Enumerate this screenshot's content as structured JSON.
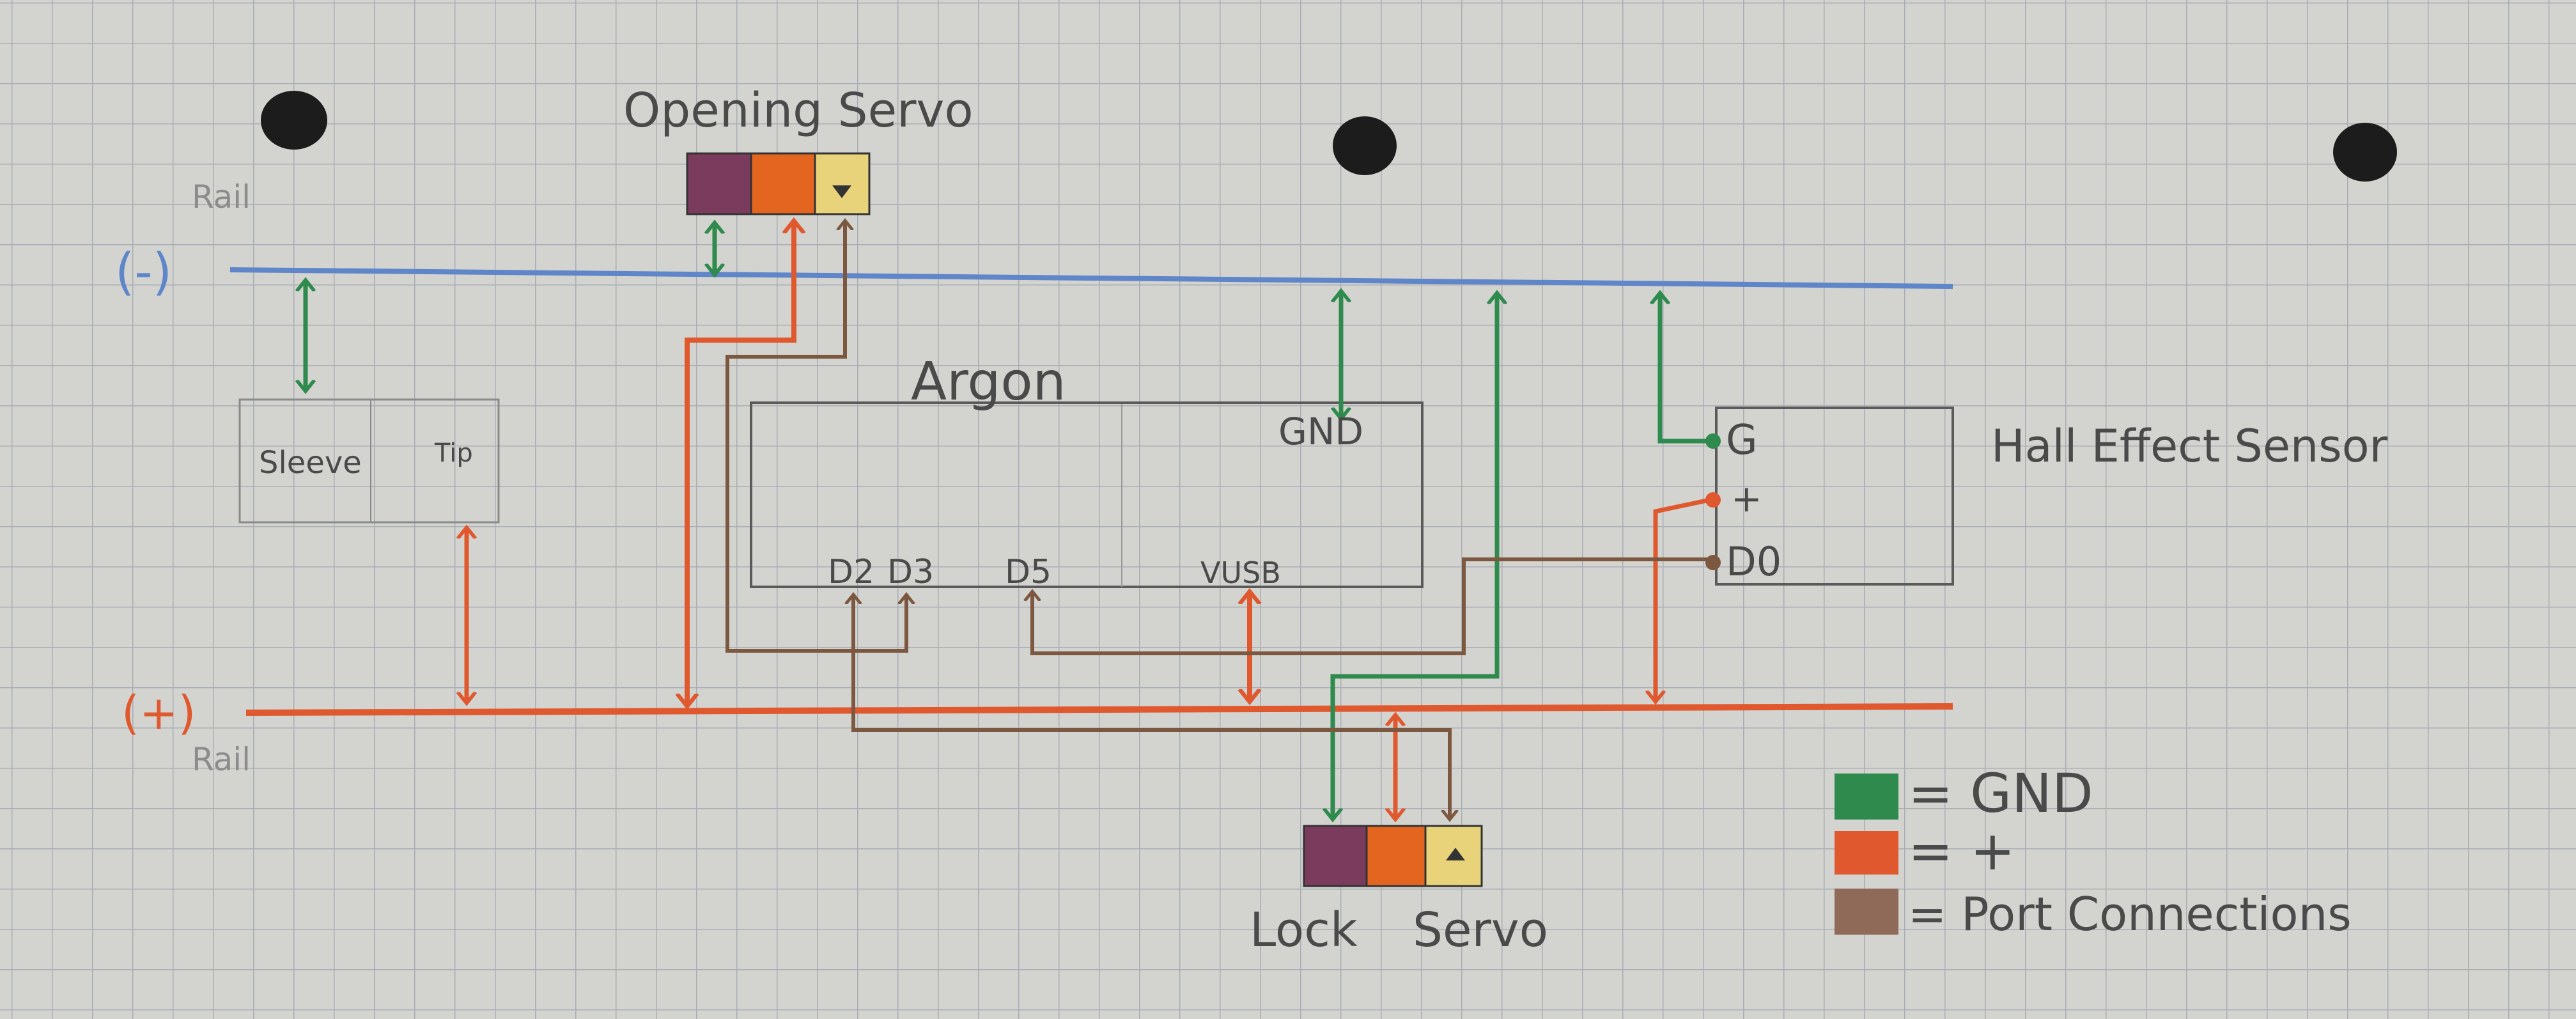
{
  "colors": {
    "paper": "#cfcfcc",
    "grid": "#a9aeb4",
    "gnd_rail": "#5f86c9",
    "gnd_wire": "#2f8a4d",
    "plus_wire": "#e0592e",
    "port_wire": "#7c5840",
    "pencil": "#4a4a4a",
    "servo_purple": "#7a3b5c",
    "servo_orange": "#e4651f",
    "servo_yellow": "#e8d27a"
  },
  "labels": {
    "opening_servo": "Opening Servo",
    "lock_servo_lock": "Lock",
    "lock_servo_servo": "Servo",
    "argon": "Argon",
    "gnd_pin": "GND",
    "hall_sensor": "Hall Effect Sensor",
    "hall_g": "G",
    "hall_plus": "+",
    "hall_d0": "D0",
    "pin_d2": "D2",
    "pin_d3": "D3",
    "pin_d5": "D5",
    "pin_vusb": "VUSB",
    "neg_rail": "(-)",
    "neg_rail_word": "Rail",
    "pos_rail": "(+)",
    "pos_rail_word": "Rail",
    "sleeve": "Sleeve",
    "tip": "Tip"
  },
  "legend": [
    {
      "color_key": "gnd_wire",
      "text": "= GND"
    },
    {
      "color_key": "plus_wire",
      "text": "= +"
    },
    {
      "color_key": "port_wire",
      "text": "= Port Connections"
    }
  ]
}
